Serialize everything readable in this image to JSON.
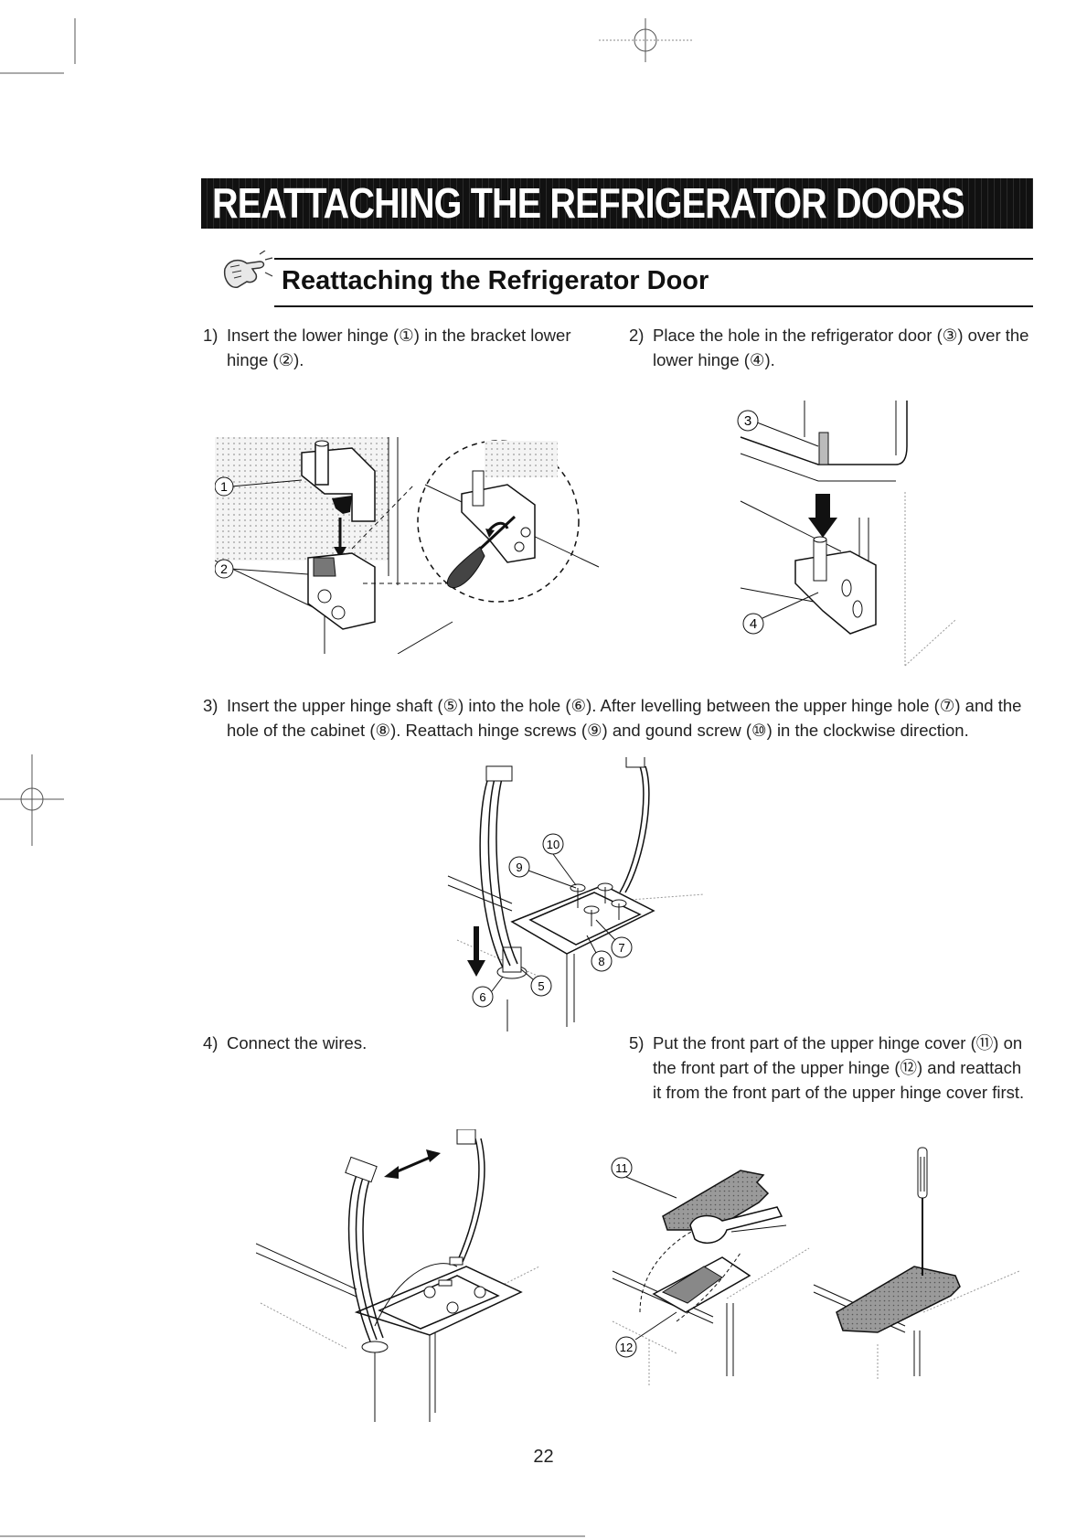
{
  "banner": {
    "title": "REATTACHING THE REFRIGERATOR DOORS"
  },
  "section": {
    "title": "Reattaching the Refrigerator Door",
    "icon": "hand-pointer-icon"
  },
  "steps": [
    {
      "num": "1)",
      "text": "Insert the lower hinge (①) in the bracket lower hinge (②)."
    },
    {
      "num": "2)",
      "text": "Place the hole in the refrigerator door (③) over the lower hinge (④)."
    },
    {
      "num": "3)",
      "text": "Insert the upper hinge shaft (⑤) into the hole (⑥). After levelling between the upper hinge hole (⑦) and the hole of the cabinet (⑧). Reattach hinge screws (⑨) and gound screw (⑩) in the clockwise direction."
    },
    {
      "num": "4)",
      "text": "Connect the wires."
    },
    {
      "num": "5)",
      "text": "Put the front part of the upper hinge cover (⑪) on the front part of the upper hinge (⑫) and reattach it from the front part of the upper hinge cover first."
    }
  ],
  "callouts": {
    "c1": "1",
    "c2": "2",
    "c3": "3",
    "c4": "4",
    "c5": "5",
    "c6": "6",
    "c7": "7",
    "c8": "8",
    "c9": "9",
    "c10": "10",
    "c11": "11",
    "c12": "12"
  },
  "page": {
    "number": "22"
  },
  "colors": {
    "ink": "#111111",
    "banner_bg": "#1a1a1a",
    "banner_text": "#ffffff",
    "gray_part": "#9a9a9a"
  }
}
